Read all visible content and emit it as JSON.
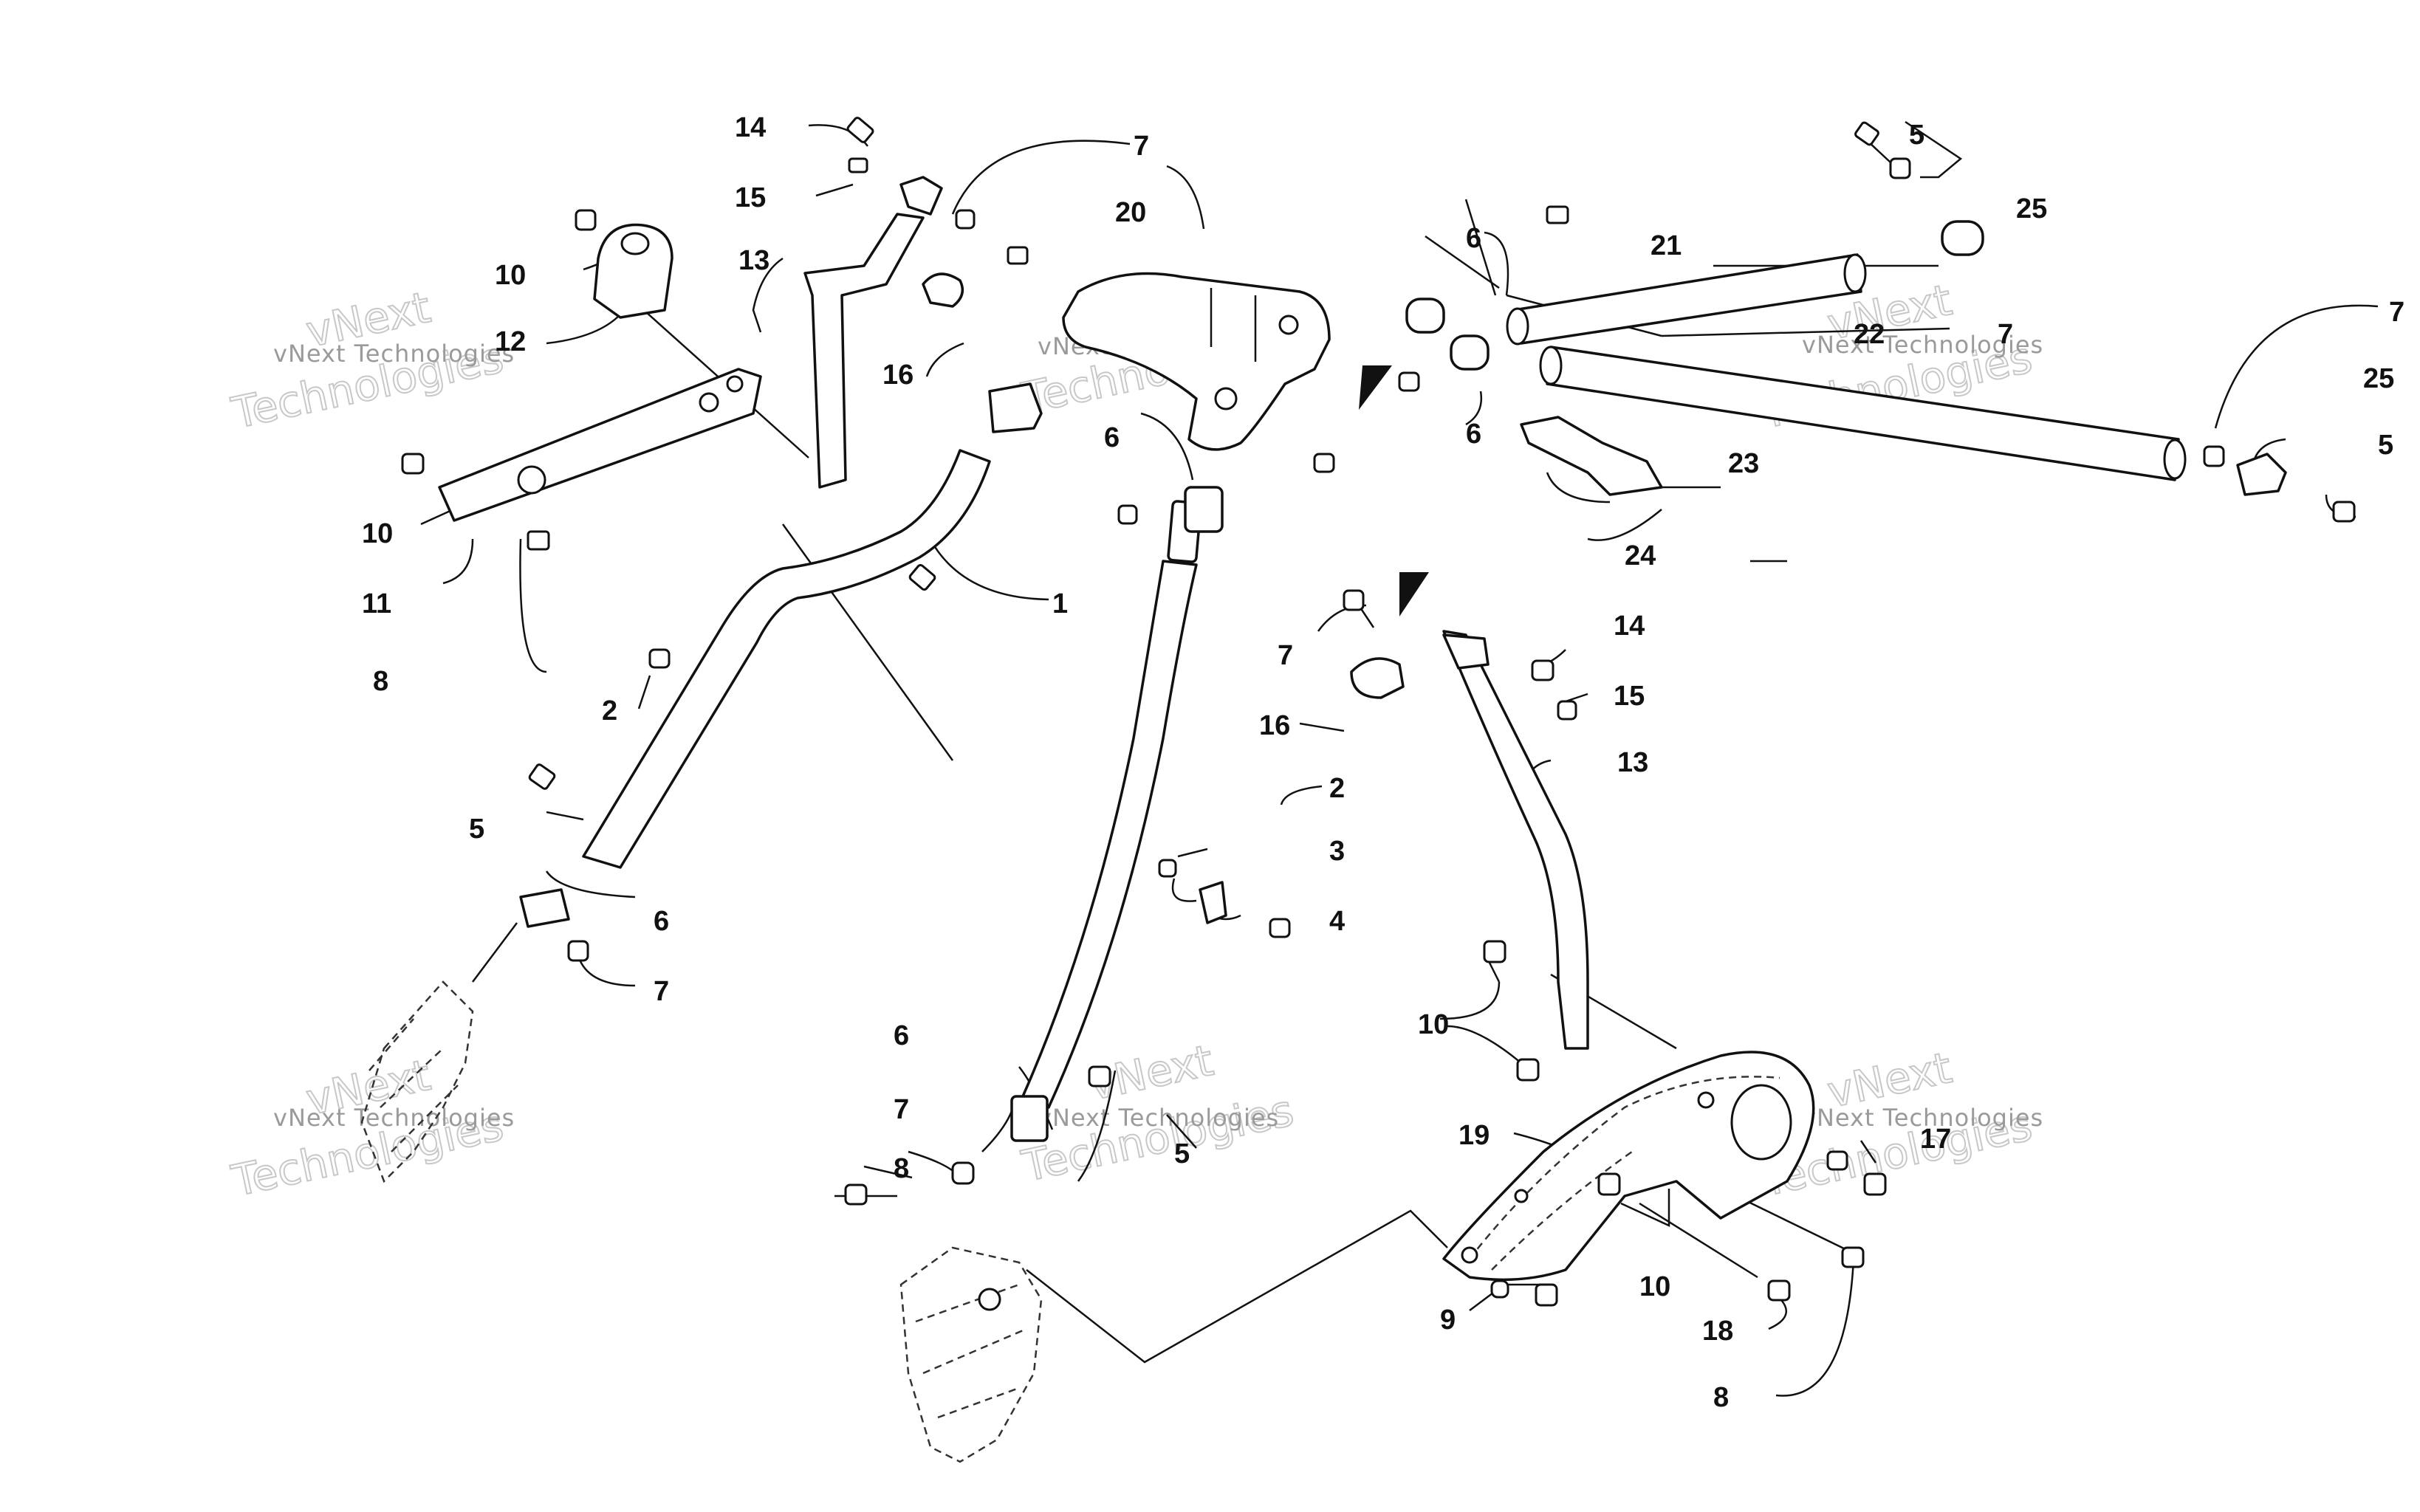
{
  "diagram": {
    "callouts": [
      {
        "id": "c14a",
        "label": "14"
      },
      {
        "id": "c15a",
        "label": "15"
      },
      {
        "id": "c7a",
        "label": "7"
      },
      {
        "id": "c10a",
        "label": "10"
      },
      {
        "id": "c12",
        "label": "12"
      },
      {
        "id": "c13a",
        "label": "13"
      },
      {
        "id": "c20",
        "label": "20"
      },
      {
        "id": "c6a",
        "label": "6"
      },
      {
        "id": "c16a",
        "label": "16"
      },
      {
        "id": "c6b",
        "label": "6"
      },
      {
        "id": "c10b",
        "label": "10"
      },
      {
        "id": "c11",
        "label": "11"
      },
      {
        "id": "c8a",
        "label": "8"
      },
      {
        "id": "c1",
        "label": "1"
      },
      {
        "id": "c2a",
        "label": "2"
      },
      {
        "id": "c5a",
        "label": "5"
      },
      {
        "id": "c6c",
        "label": "6"
      },
      {
        "id": "c7b",
        "label": "7"
      },
      {
        "id": "c5b",
        "label": "5"
      },
      {
        "id": "c25a",
        "label": "25"
      },
      {
        "id": "c21",
        "label": "21"
      },
      {
        "id": "c22",
        "label": "22"
      },
      {
        "id": "c7c",
        "label": "7"
      },
      {
        "id": "c7d",
        "label": "7"
      },
      {
        "id": "c25b",
        "label": "25"
      },
      {
        "id": "c5c",
        "label": "5"
      },
      {
        "id": "c6d",
        "label": "6"
      },
      {
        "id": "c23",
        "label": "23"
      },
      {
        "id": "c24",
        "label": "24"
      },
      {
        "id": "c7e",
        "label": "7"
      },
      {
        "id": "c14b",
        "label": "14"
      },
      {
        "id": "c15b",
        "label": "15"
      },
      {
        "id": "c16b",
        "label": "16"
      },
      {
        "id": "c13b",
        "label": "13"
      },
      {
        "id": "c2b",
        "label": "2"
      },
      {
        "id": "c3",
        "label": "3"
      },
      {
        "id": "c4",
        "label": "4"
      },
      {
        "id": "c10c",
        "label": "10"
      },
      {
        "id": "c19",
        "label": "19"
      },
      {
        "id": "c17",
        "label": "17"
      },
      {
        "id": "c6e",
        "label": "6"
      },
      {
        "id": "c7f",
        "label": "7"
      },
      {
        "id": "c5d",
        "label": "5"
      },
      {
        "id": "c8b",
        "label": "8"
      },
      {
        "id": "c10d",
        "label": "10"
      },
      {
        "id": "c9",
        "label": "9"
      },
      {
        "id": "c18",
        "label": "18"
      },
      {
        "id": "c8c",
        "label": "8"
      }
    ],
    "watermark_small": "vNext Technologies",
    "watermark_big": "Technologies",
    "watermark_top": "vNext"
  }
}
